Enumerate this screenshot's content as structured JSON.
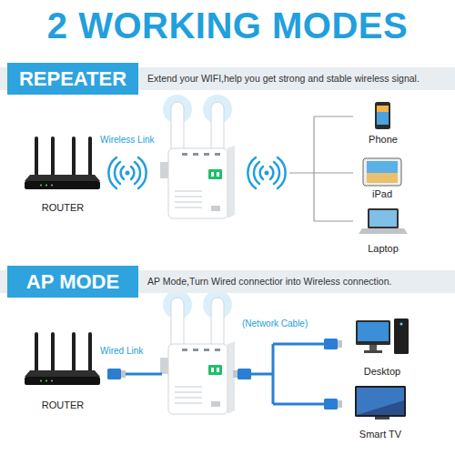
{
  "diagram": {
    "title": "2 WORKING MODES",
    "nodes": [
      {
        "text": [
          "REPEATER",
          "Extend your WIFI,help you get strong and stable wireless signal."
        ]
      },
      {
        "text": [
          "ROUTER"
        ]
      },
      {
        "text": [
          "Phone"
        ]
      },
      {
        "text": [
          "iPad"
        ]
      },
      {
        "text": [
          "Laptop"
        ]
      },
      {
        "text": [
          "AP MODE",
          "AP Mode,Turn Wired connectior into Wireless connection."
        ]
      },
      {
        "text": [
          "ROUTER"
        ]
      },
      {
        "text": [
          "Desktop"
        ]
      },
      {
        "text": [
          "Smart TV"
        ]
      }
    ],
    "labels": [
      "Wireless Link",
      "Wired Link",
      "(Network Cable)"
    ]
  }
}
